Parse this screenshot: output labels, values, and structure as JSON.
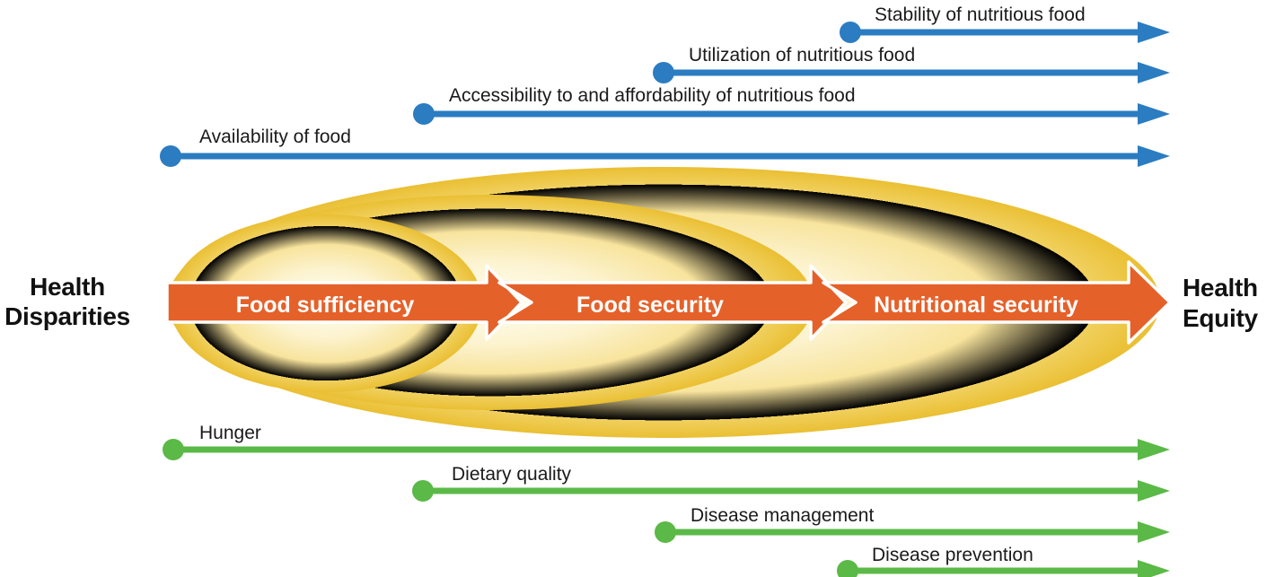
{
  "figure": {
    "left_title": {
      "line1": "Health",
      "line2": "Disparities"
    },
    "right_title": {
      "line1": "Health",
      "line2": "Equity"
    },
    "stages": [
      {
        "label": "Food sufficiency"
      },
      {
        "label": "Food security"
      },
      {
        "label": "Nutritional security"
      }
    ],
    "food_arrows": [
      {
        "label": "Stability of nutritious food"
      },
      {
        "label": "Utilization of nutritious food"
      },
      {
        "label": "Accessibility to and affordability of nutritious food"
      },
      {
        "label": "Availability of food"
      }
    ],
    "health_arrows": [
      {
        "label": "Hunger"
      },
      {
        "label": "Dietary quality"
      },
      {
        "label": "Disease management"
      },
      {
        "label": "Disease prevention"
      }
    ],
    "colors": {
      "blue": "#2b7cc1",
      "green": "#5bb947",
      "orange": "#e5612a",
      "gold_edge": "#eabf33",
      "cream_center": "#fffef4",
      "label_text": "#1a1a1a",
      "stage_text": "#ffffff"
    }
  }
}
